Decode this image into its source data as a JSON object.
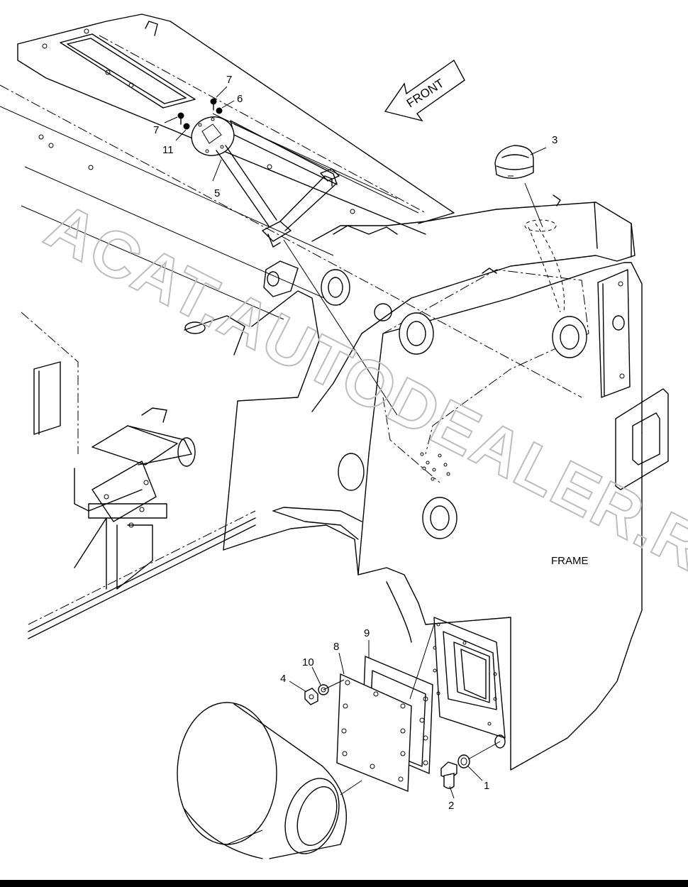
{
  "callouts": {
    "c1": "1",
    "c2": "2",
    "c3": "3",
    "c4": "4",
    "c5": "5",
    "c6": "6",
    "c7a": "7",
    "c7b": "7",
    "c8": "8",
    "c9": "9",
    "c10": "10",
    "c11": "11"
  },
  "front_arrow_label": "FRONT",
  "frame_label": "FRAME",
  "watermark": "ACAT.AUTODEALER.RU"
}
